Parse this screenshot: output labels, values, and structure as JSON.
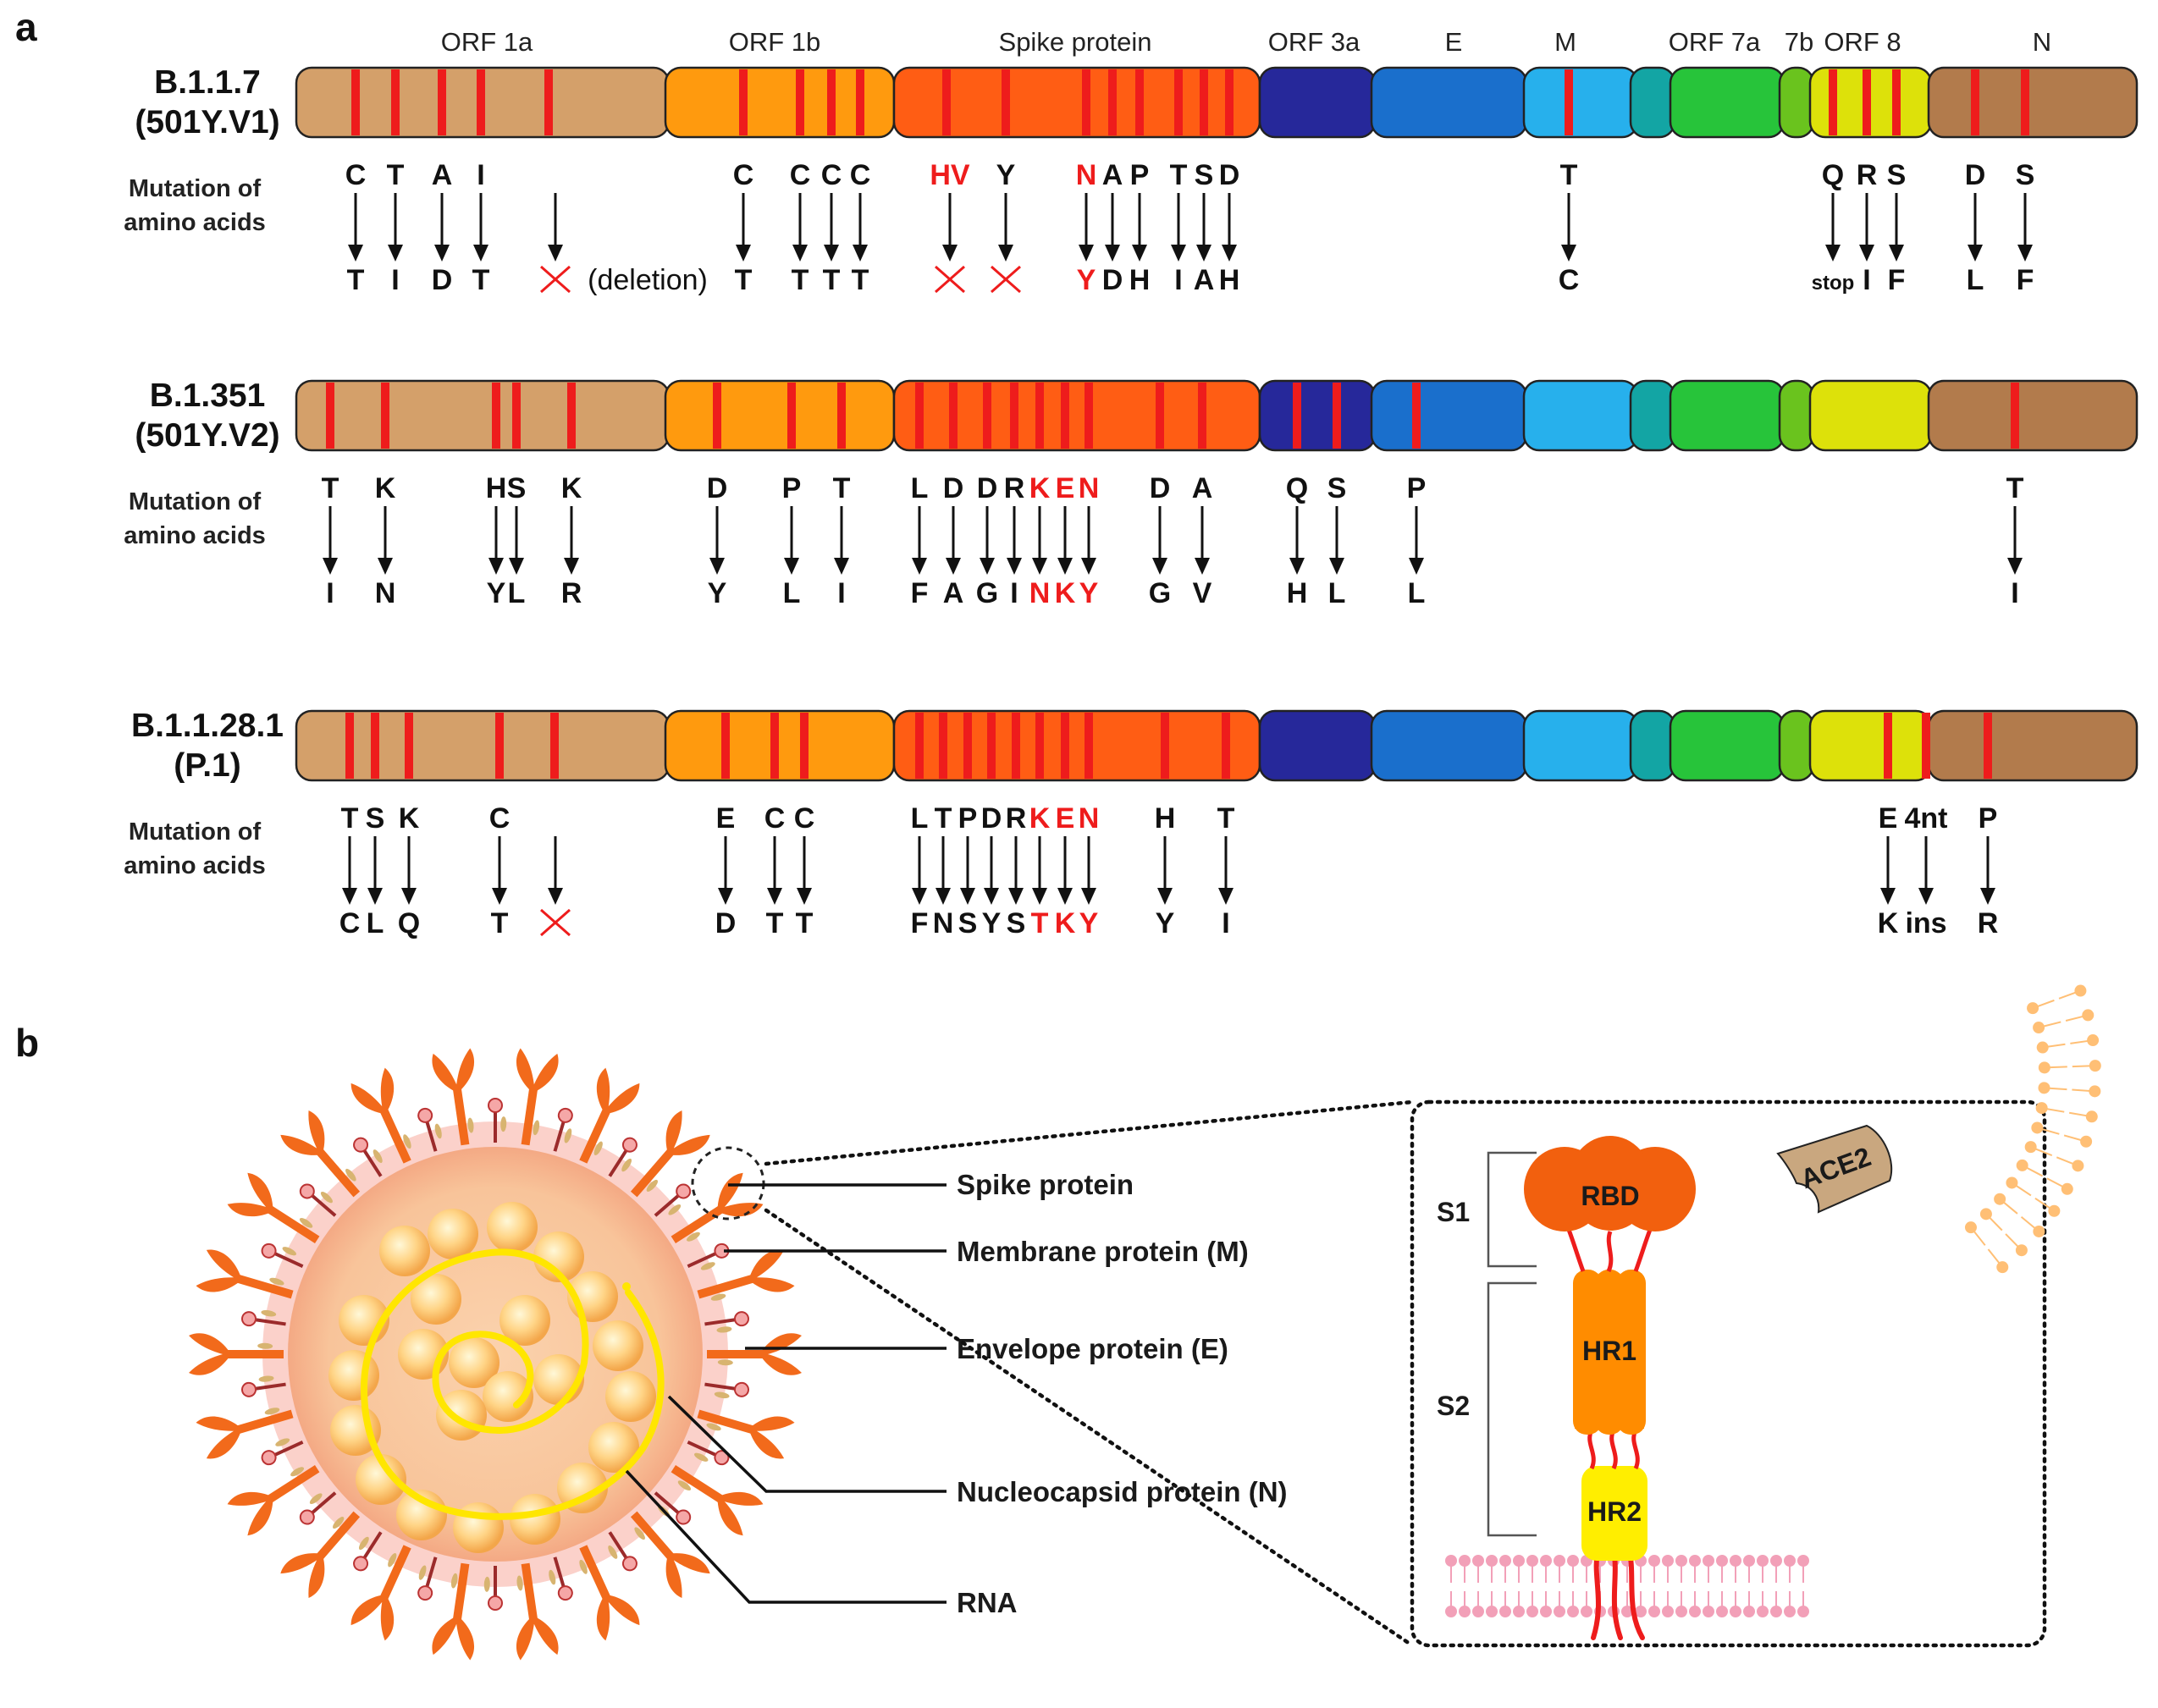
{
  "panel_a": {
    "letter": "a",
    "genes": [
      {
        "name": "ORF 1a",
        "color": "#d4a06a"
      },
      {
        "name": "ORF 1b",
        "color": "#ff9a0e"
      },
      {
        "name": "Spike protein",
        "color": "#ff5d14"
      },
      {
        "name": "ORF 3a",
        "color": "#26289a"
      },
      {
        "name": "E",
        "color": "#1a6fcc"
      },
      {
        "name": "M",
        "color": "#27b0ec"
      },
      {
        "name": "",
        "color": "#13a5a4"
      },
      {
        "name": "ORF 7a",
        "color": "#27c43a"
      },
      {
        "name": "7b",
        "color": "#6ac31e"
      },
      {
        "name": "ORF 8",
        "color": "#dde10a"
      },
      {
        "name": "N",
        "color": "#b27b4c"
      }
    ],
    "mutation_label": [
      "Mutation of",
      "amino acids"
    ],
    "variants": [
      {
        "name": "B.1.1.7",
        "alias": "(501Y.V1)",
        "deletion_note": "(deletion)",
        "mutations": [
          {
            "gene": "ORF 1a",
            "from": "C",
            "to": "T"
          },
          {
            "gene": "ORF 1a",
            "from": "T",
            "to": "I"
          },
          {
            "gene": "ORF 1a",
            "from": "A",
            "to": "D"
          },
          {
            "gene": "ORF 1a",
            "from": "I",
            "to": "T"
          },
          {
            "gene": "ORF 1a",
            "from": "",
            "to": "deletion"
          },
          {
            "gene": "ORF 1b",
            "from": "C",
            "to": "T"
          },
          {
            "gene": "ORF 1b",
            "from": "C",
            "to": "T"
          },
          {
            "gene": "ORF 1b",
            "from": "C",
            "to": "T"
          },
          {
            "gene": "ORF 1b",
            "from": "C",
            "to": "T"
          },
          {
            "gene": "Spike protein",
            "from": "HV",
            "to": "deletion",
            "highlight": true
          },
          {
            "gene": "Spike protein",
            "from": "Y",
            "to": "deletion"
          },
          {
            "gene": "Spike protein",
            "from": "N",
            "to": "Y",
            "highlight": true
          },
          {
            "gene": "Spike protein",
            "from": "A",
            "to": "D"
          },
          {
            "gene": "Spike protein",
            "from": "P",
            "to": "H"
          },
          {
            "gene": "Spike protein",
            "from": "T",
            "to": "I"
          },
          {
            "gene": "Spike protein",
            "from": "S",
            "to": "A"
          },
          {
            "gene": "Spike protein",
            "from": "D",
            "to": "H"
          },
          {
            "gene": "M",
            "from": "T",
            "to": "C"
          },
          {
            "gene": "ORF 8",
            "from": "Q",
            "to": "stop"
          },
          {
            "gene": "ORF 8",
            "from": "R",
            "to": "I"
          },
          {
            "gene": "ORF 8",
            "from": "S",
            "to": "F"
          },
          {
            "gene": "N",
            "from": "D",
            "to": "L"
          },
          {
            "gene": "N",
            "from": "S",
            "to": "F"
          }
        ]
      },
      {
        "name": "B.1.351",
        "alias": "(501Y.V2)",
        "mutations": [
          {
            "gene": "ORF 1a",
            "from": "T",
            "to": "I"
          },
          {
            "gene": "ORF 1a",
            "from": "K",
            "to": "N"
          },
          {
            "gene": "ORF 1a",
            "from": "H",
            "to": "Y"
          },
          {
            "gene": "ORF 1a",
            "from": "S",
            "to": "L"
          },
          {
            "gene": "ORF 1a",
            "from": "K",
            "to": "R"
          },
          {
            "gene": "ORF 1b",
            "from": "D",
            "to": "Y"
          },
          {
            "gene": "ORF 1b",
            "from": "P",
            "to": "L"
          },
          {
            "gene": "ORF 1b",
            "from": "T",
            "to": "I"
          },
          {
            "gene": "Spike protein",
            "from": "L",
            "to": "F"
          },
          {
            "gene": "Spike protein",
            "from": "D",
            "to": "A"
          },
          {
            "gene": "Spike protein",
            "from": "D",
            "to": "G"
          },
          {
            "gene": "Spike protein",
            "from": "R",
            "to": "I"
          },
          {
            "gene": "Spike protein",
            "from": "K",
            "to": "N",
            "highlight": true
          },
          {
            "gene": "Spike protein",
            "from": "E",
            "to": "K",
            "highlight": true
          },
          {
            "gene": "Spike protein",
            "from": "N",
            "to": "Y",
            "highlight": true
          },
          {
            "gene": "Spike protein",
            "from": "D",
            "to": "G"
          },
          {
            "gene": "Spike protein",
            "from": "A",
            "to": "V"
          },
          {
            "gene": "ORF 3a",
            "from": "Q",
            "to": "H"
          },
          {
            "gene": "ORF 3a",
            "from": "S",
            "to": "L"
          },
          {
            "gene": "E",
            "from": "P",
            "to": "L"
          },
          {
            "gene": "N",
            "from": "T",
            "to": "I"
          }
        ]
      },
      {
        "name": "B.1.1.28.1",
        "alias": "(P.1)",
        "mutations": [
          {
            "gene": "ORF 1a",
            "from": "T",
            "to": "C"
          },
          {
            "gene": "ORF 1a",
            "from": "S",
            "to": "L"
          },
          {
            "gene": "ORF 1a",
            "from": "K",
            "to": "Q"
          },
          {
            "gene": "ORF 1a",
            "from": "C",
            "to": "T"
          },
          {
            "gene": "ORF 1a",
            "from": "",
            "to": "deletion"
          },
          {
            "gene": "ORF 1b",
            "from": "E",
            "to": "D"
          },
          {
            "gene": "ORF 1b",
            "from": "C",
            "to": "T"
          },
          {
            "gene": "ORF 1b",
            "from": "C",
            "to": "T"
          },
          {
            "gene": "Spike protein",
            "from": "L",
            "to": "F"
          },
          {
            "gene": "Spike protein",
            "from": "T",
            "to": "N"
          },
          {
            "gene": "Spike protein",
            "from": "P",
            "to": "S"
          },
          {
            "gene": "Spike protein",
            "from": "D",
            "to": "Y"
          },
          {
            "gene": "Spike protein",
            "from": "R",
            "to": "S"
          },
          {
            "gene": "Spike protein",
            "from": "K",
            "to": "T",
            "highlight": true
          },
          {
            "gene": "Spike protein",
            "from": "E",
            "to": "K",
            "highlight": true
          },
          {
            "gene": "Spike protein",
            "from": "N",
            "to": "Y",
            "highlight": true
          },
          {
            "gene": "Spike protein",
            "from": "H",
            "to": "Y"
          },
          {
            "gene": "Spike protein",
            "from": "T",
            "to": "I"
          },
          {
            "gene": "ORF 8",
            "from": "E",
            "to": "K"
          },
          {
            "gene": "ORF 8",
            "from": "4nt",
            "to": "ins"
          },
          {
            "gene": "N",
            "from": "P",
            "to": "R"
          }
        ]
      }
    ]
  },
  "panel_b": {
    "letter": "b",
    "legend": [
      "Spike protein",
      "Membrane protein (M)",
      "Envelope protein (E)",
      "Nucleocapsid protein (N)",
      "RNA"
    ],
    "spike_parts": {
      "s1": "S1",
      "s2": "S2",
      "rbd": "RBD",
      "hr1": "HR1",
      "hr2": "HR2",
      "receptor": "ACE2"
    },
    "colors": {
      "spike": "#f26a1b",
      "membrane": "#f4b184",
      "envelope_halo": "#f9c8c0",
      "rna": "#ffe600",
      "nucleocapsid": "#ffd27a",
      "hr1": "#ff8c00",
      "hr2": "#ffee00",
      "lipid": "#f2a0b8",
      "ace2": "#c9a77f"
    }
  }
}
